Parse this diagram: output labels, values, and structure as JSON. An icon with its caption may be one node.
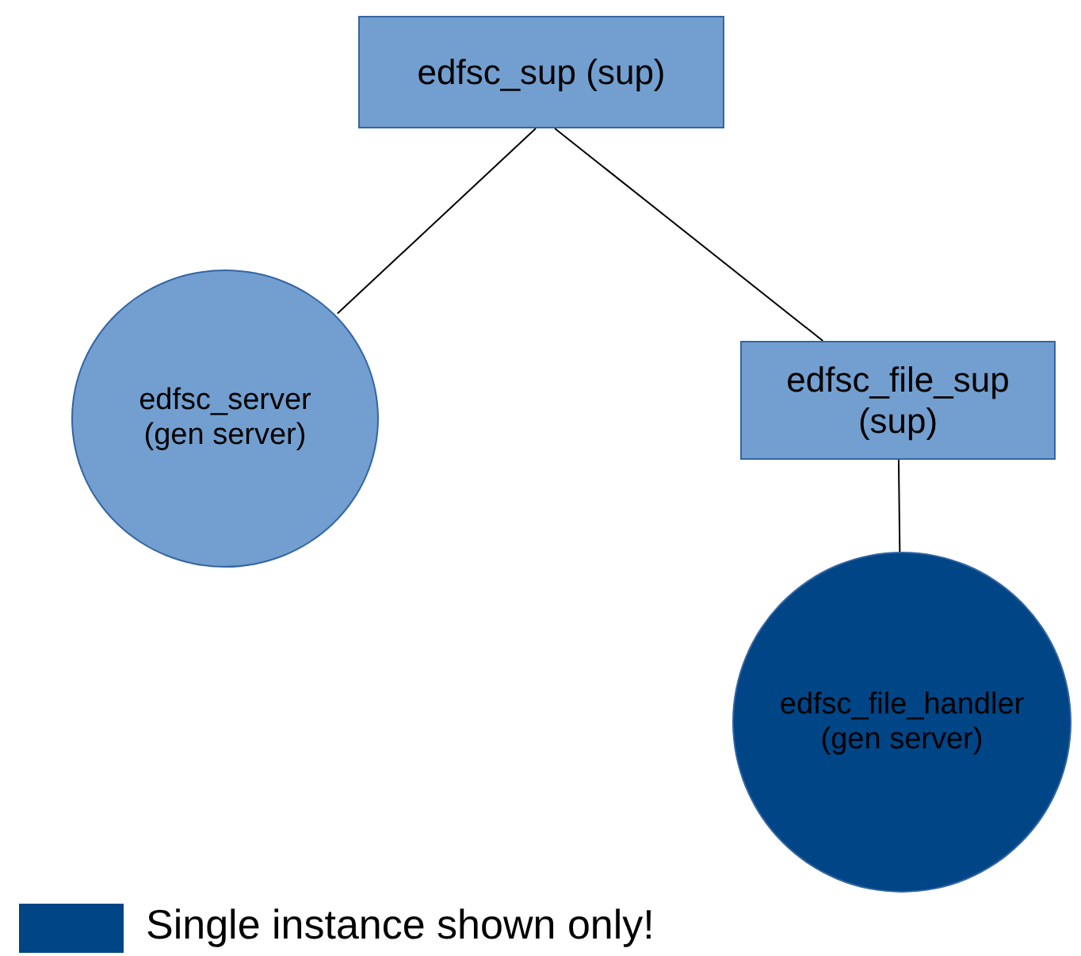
{
  "diagram": {
    "nodes": [
      {
        "text": [
          "edfsc_sup (sup)"
        ]
      },
      {
        "text": [
          "edfsc_server (gen server)"
        ]
      },
      {
        "text": [
          "edfsc_file_sup (sup)"
        ]
      },
      {
        "text": [
          "edfsc_file_handler (gen server)"
        ]
      }
    ],
    "edges": [
      {
        "from": 0,
        "to": 1,
        "arrow": "none"
      },
      {
        "from": 0,
        "to": 2,
        "arrow": "none"
      },
      {
        "from": 2,
        "to": 3,
        "arrow": "none"
      }
    ],
    "legend": [
      {
        "text": "Single instance shown only!",
        "color": "#004586"
      }
    ]
  }
}
